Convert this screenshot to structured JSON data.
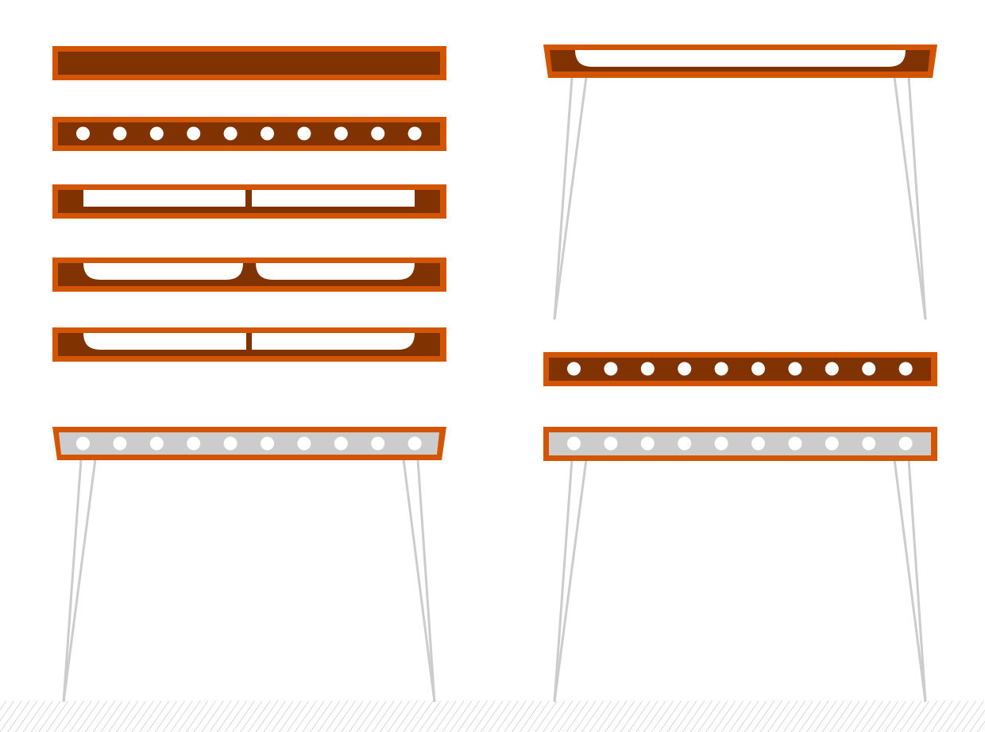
{
  "colors": {
    "background": "#ffffff",
    "frame_orange": "#d45500",
    "panel_brown": "#803300",
    "panel_grey": "#cccccc",
    "hole_white": "#ffffff",
    "leg_grey": "#cccccc",
    "floor_hatch": "#b3b3b3"
  },
  "hole_count_per_board": 10,
  "variants": [
    {
      "id": "solid-panel",
      "panel": "solid"
    },
    {
      "id": "round-holes-panel",
      "panel": "holes"
    },
    {
      "id": "two-rect-slots-panel",
      "panel": "rect-slots"
    },
    {
      "id": "two-rounded-slots-panel",
      "panel": "rounded-slots"
    },
    {
      "id": "two-flat-rounded-slots-panel",
      "panel": "flat-rounded-slots"
    },
    {
      "id": "grey-holes-hairpin-table",
      "panel": "grey-holes",
      "legs": true
    },
    {
      "id": "single-slot-hairpin-table",
      "panel": "single-slot",
      "legs": true
    },
    {
      "id": "brown-holes-board",
      "panel": "holes"
    },
    {
      "id": "grey-holes-hairpin-table-right",
      "panel": "grey-holes",
      "legs": true
    }
  ]
}
